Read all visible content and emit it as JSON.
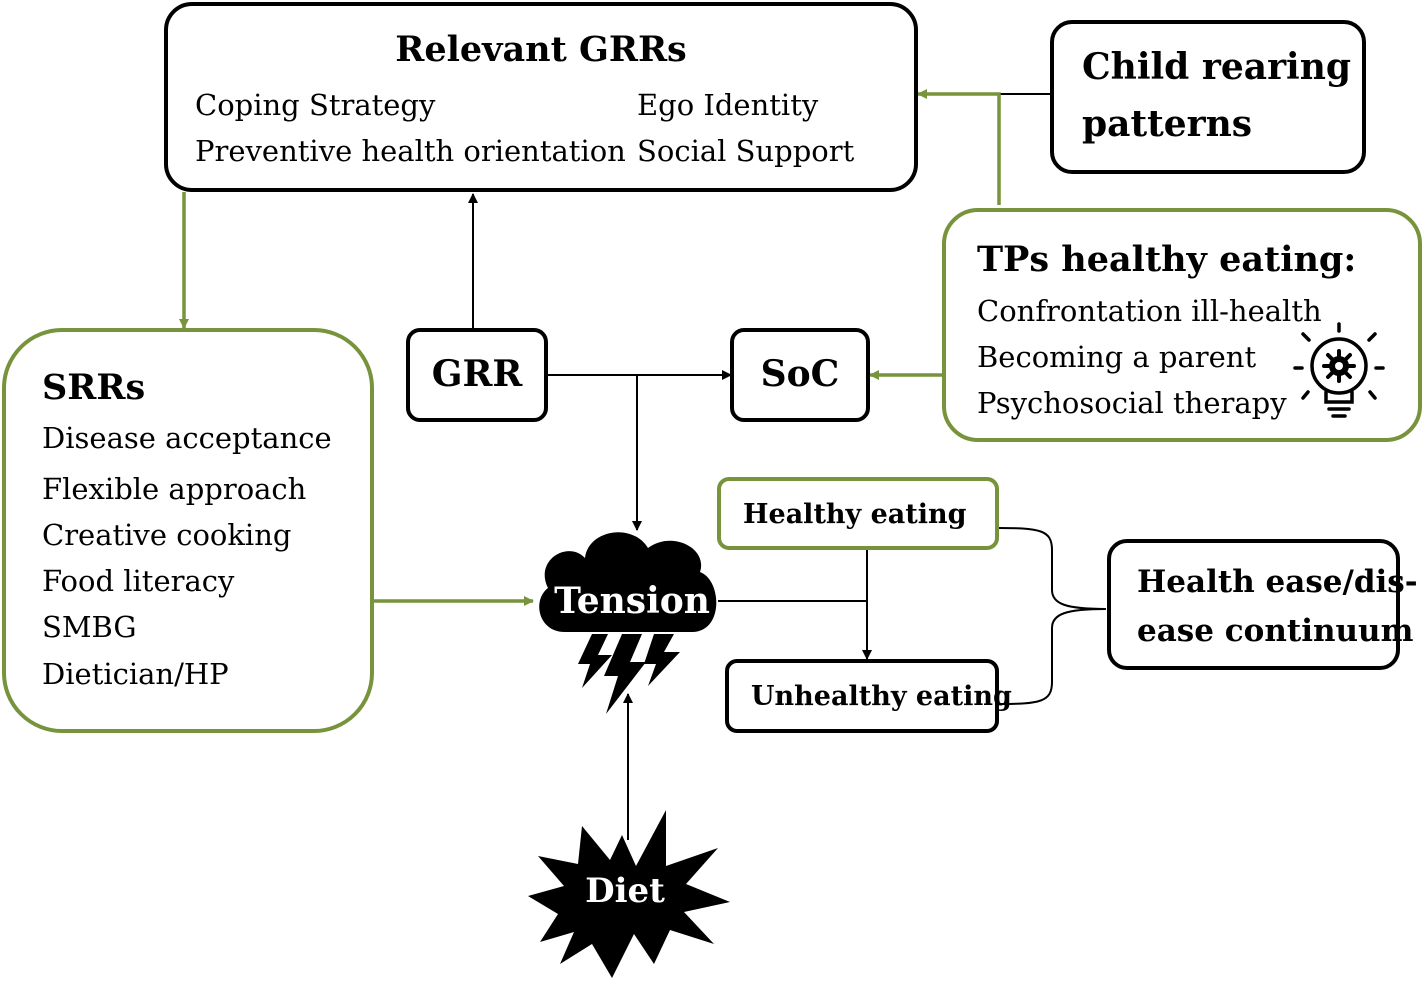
{
  "colors": {
    "accent_green": "#77943c",
    "outline": "#000000"
  },
  "relevant_grrs": {
    "title": "Relevant GRRs",
    "items": [
      "Coping Strategy",
      "Ego Identity",
      "Preventive health orientation",
      "Social Support"
    ]
  },
  "child_rearing": {
    "line1": "Child rearing",
    "line2": "patterns"
  },
  "tps": {
    "title": "TPs healthy eating:",
    "items": [
      "Confrontation ill-health",
      "Becoming a parent",
      "Psychosocial therapy"
    ],
    "icon": "lightbulb-gear-icon"
  },
  "srrs": {
    "title": "SRRs",
    "items": [
      "Disease acceptance",
      "Flexible approach",
      "Creative cooking",
      "Food literacy",
      "SMBG",
      "Dietician/HP"
    ]
  },
  "grr": {
    "label": "GRR"
  },
  "soc": {
    "label": "SoC"
  },
  "tension": {
    "label": "Tension",
    "icon": "storm-cloud-lightning-icon"
  },
  "diet": {
    "label": "Diet",
    "icon": "starburst-icon"
  },
  "healthy_eating": {
    "label": "Healthy eating"
  },
  "unhealthy_eating": {
    "label": "Unhealthy eating"
  },
  "continuum": {
    "line1": "Health ease/dis-",
    "line2": "ease continuum"
  }
}
